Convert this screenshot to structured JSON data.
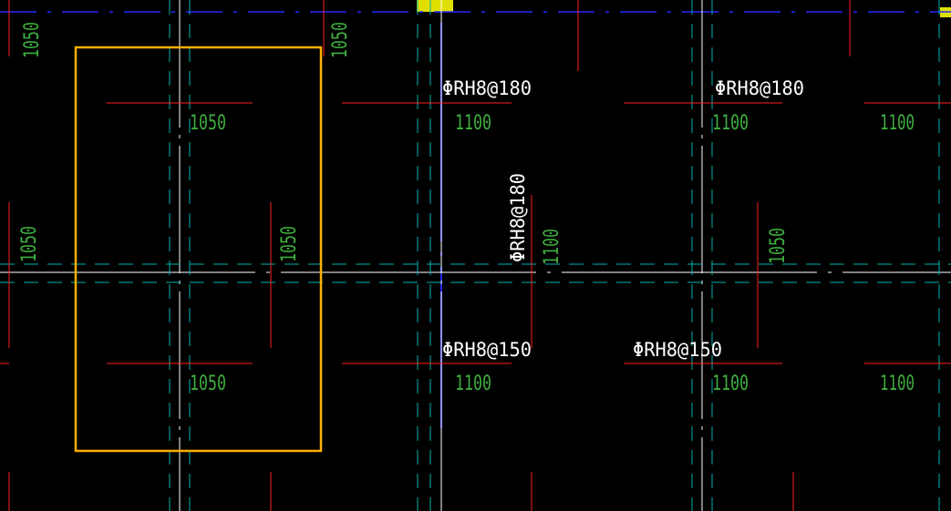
{
  "colors": {
    "background": "#000000",
    "dimension_text": "#3faf3f",
    "rebar_text": "#ffffff",
    "rebar_line": "#ff2020",
    "axis_line": "#ffffff",
    "dashed_line": "#00b0b0",
    "blue_line": "#2828ff",
    "selection_box": "#ffb000",
    "marker_yellow": "#e0e000"
  },
  "rebar_labels": {
    "r1": "ΦRH8@180",
    "r2": "ΦRH8@180",
    "r3": "ΦRH8@180",
    "r4": "ΦRH8@150",
    "r5": "ΦRH8@150"
  },
  "dimensions": {
    "d_top_left_edge": "1050",
    "d_top_mid_vertical": "1050",
    "d_bay1_top": "1050",
    "d_bay1_bottom": "1050",
    "d_bay1_left_vertical": "1050",
    "d_bay1_right_vertical": "1050",
    "d_bay2_top": "1100",
    "d_bay2_bottom": "1100",
    "d_bay2_vertical": "1100",
    "d_bay3_top": "1100",
    "d_bay3_bottom": "1100",
    "d_bay3_vertical": "1050",
    "d_bay4_top": "1100",
    "d_bay4_bottom": "1100"
  }
}
